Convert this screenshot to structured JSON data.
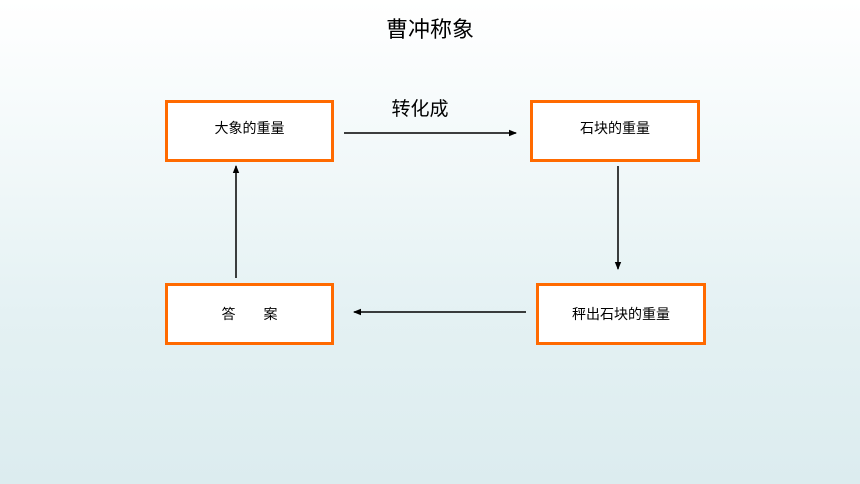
{
  "title": "曹冲称象",
  "nodes": {
    "elephant_weight": "大象的重量",
    "stone_weight": "石块的重量",
    "weigh_stones": "秤出石块的重量",
    "answer": "答　　案"
  },
  "edges": {
    "transform_label": "转化成"
  },
  "colors": {
    "box_border": "#ff6a00",
    "arrow": "#000000"
  }
}
